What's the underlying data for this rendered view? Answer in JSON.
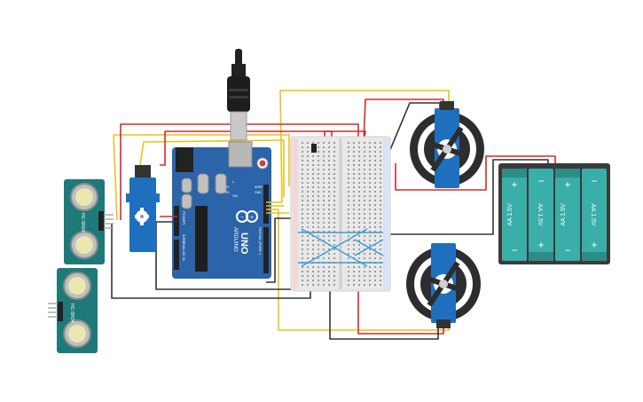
{
  "arduino": {
    "brand": "ARDUINO",
    "model": "UNO",
    "power_header": "POWER",
    "analog_header": "ANALOG IN",
    "digital_header": "DIGITAL (PWM~)",
    "reset_label": "RESET",
    "ioref_label": "IOREF",
    "aref_label": "AREF",
    "gnd_label": "GND",
    "vin_label": "VIN",
    "v5_label": "5V",
    "v33_label": "3.3V",
    "tx_label": "TX",
    "rx_label": "RX",
    "on_label": "ON",
    "l_label": "L"
  },
  "sensor_top": {
    "model": "HC-SR04"
  },
  "sensor_bottom": {
    "model": "HC-SR04"
  },
  "battery_pack": {
    "cells": [
      {
        "label": "AA 1.5V",
        "plus": "+",
        "minus": "−"
      },
      {
        "label": "AA 1.5V",
        "plus": "+",
        "minus": "−"
      },
      {
        "label": "AA 1.5V",
        "plus": "+",
        "minus": "−"
      },
      {
        "label": "AA 1.5V",
        "plus": "+",
        "minus": "−"
      }
    ]
  },
  "colors": {
    "board": "#2b64a8",
    "board_dark": "#1c4a80",
    "breadboard": "#e8e8e8",
    "sensor": "#1e7a78",
    "battery_cell": "#3aaea8",
    "battery_case": "#3a3a3a",
    "wire_red": "#d42a2a",
    "wire_yellow": "#e8c21c",
    "wire_black": "#333333",
    "wire_blue": "#3a9ed8",
    "servo": "#1f6fbf",
    "wheel": "#2d2d2d"
  }
}
